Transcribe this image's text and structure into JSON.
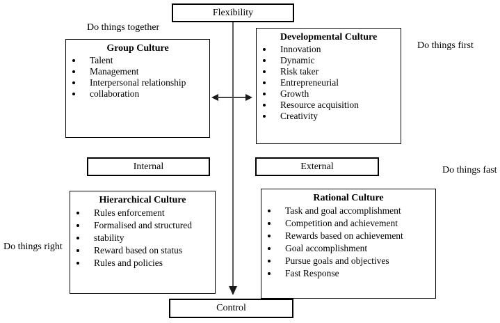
{
  "diagram": {
    "type": "competing-values-framework",
    "colors": {
      "background": "#ffffff",
      "box_border": "#000000",
      "text": "#000000",
      "axis_line": "#595959",
      "arrowhead": "#1a1a1a"
    },
    "axes": {
      "top": "Flexibility",
      "bottom": "Control",
      "left": "Internal",
      "right": "External"
    },
    "corner_labels": {
      "top_left": "Do things together",
      "top_right": "Do things first",
      "mid_right": "Do things fast",
      "mid_left": "Do things right"
    },
    "quadrants": [
      {
        "id": "group",
        "title": "Group Culture",
        "items": [
          "Talent",
          "Management",
          "Interpersonal relationship",
          "collaboration"
        ]
      },
      {
        "id": "developmental",
        "title": "Developmental Culture",
        "items": [
          "Innovation",
          "Dynamic",
          "Risk taker",
          "Entrepreneurial",
          "Growth",
          "Resource acquisition",
          "Creativity"
        ]
      },
      {
        "id": "hierarchical",
        "title": "Hierarchical Culture",
        "items": [
          "Rules enforcement",
          "Formalised and structured",
          "stability",
          "Reward based on status",
          "Rules and policies"
        ]
      },
      {
        "id": "rational",
        "title": "Rational Culture",
        "items": [
          "Task and goal accomplishment",
          "Competition and achievement",
          "Rewards based on achievement",
          "Goal accomplishment",
          "Pursue goals and objectives",
          "Fast Response"
        ]
      }
    ]
  }
}
